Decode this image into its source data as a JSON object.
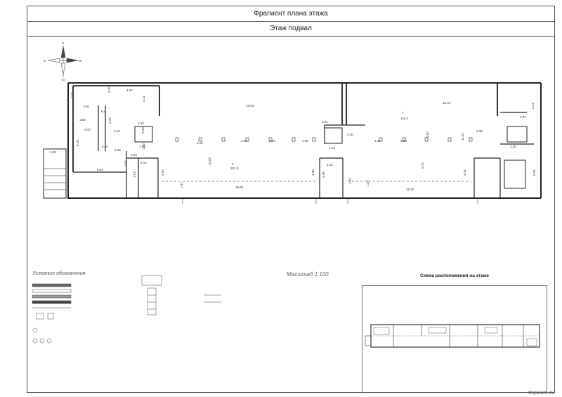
{
  "header": {
    "title": "Фрагмент плана этажа",
    "floor": "Этаж подвал"
  },
  "compass": {
    "north": "С",
    "south": "Ю",
    "west": "З",
    "east": "В"
  },
  "plan": {
    "labels": [
      "2.16",
      "3.70",
      "4.97",
      "4.11",
      "3.06",
      "1.59",
      "8.4",
      "3.43",
      "3.16",
      "3.10",
      "2.60",
      "2.08",
      "1.59",
      "6.10",
      "0.54",
      "0.25",
      "5.94",
      "3.23",
      "1.43",
      "2.14",
      "1.55",
      "1.87",
      "4.02",
      "19.03",
      "3.19",
      "11.08",
      "2.02",
      "3.23",
      "1.96",
      "1.87",
      "16.50",
      "4",
      "201.5",
      "2.51",
      "1.23",
      "3.20",
      "1.36",
      "2.98",
      "0.62",
      "16.04",
      "7",
      "116.3",
      "11.63",
      "2.38",
      "1.30",
      "2.14",
      "2.23",
      "4.30",
      "4.56",
      "1.92",
      "1.67",
      "5.75",
      "16.10",
      "4.15",
      "2.08",
      "6.04",
      "2.67"
    ]
  },
  "legend": {
    "title": "Условные обозначения",
    "scale": "Масштаб 1:100"
  },
  "scheme": {
    "title": "Схема расположения на этаже"
  },
  "footer": {
    "text": "Формат А2"
  }
}
